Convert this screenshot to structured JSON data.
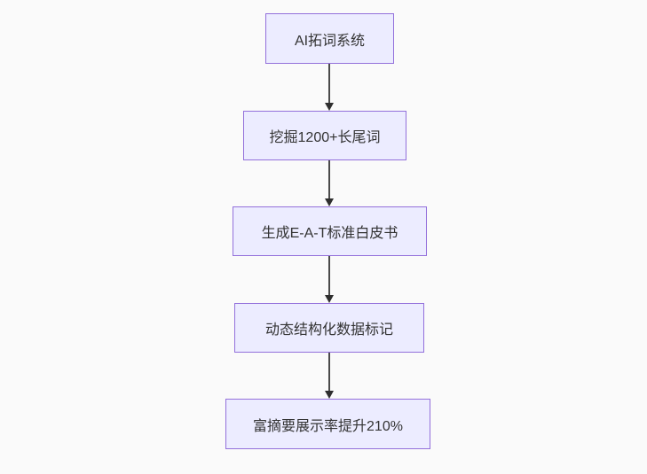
{
  "diagram": {
    "type": "flowchart",
    "direction": "top-down",
    "nodes": [
      {
        "id": "n1",
        "label": "AI拓词系统"
      },
      {
        "id": "n2",
        "label": "挖掘1200+长尾词"
      },
      {
        "id": "n3",
        "label": "生成E-A-T标准白皮书"
      },
      {
        "id": "n4",
        "label": "动态结构化数据标记"
      },
      {
        "id": "n5",
        "label": "富摘要展示率提升210%"
      }
    ],
    "edges": [
      {
        "from": "n1",
        "to": "n2"
      },
      {
        "from": "n2",
        "to": "n3"
      },
      {
        "from": "n3",
        "to": "n4"
      },
      {
        "from": "n4",
        "to": "n5"
      }
    ],
    "colors": {
      "node_fill": "#ececff",
      "node_border": "#9370db",
      "text": "#333333",
      "arrow": "#333333",
      "background": "#fafafa"
    }
  }
}
